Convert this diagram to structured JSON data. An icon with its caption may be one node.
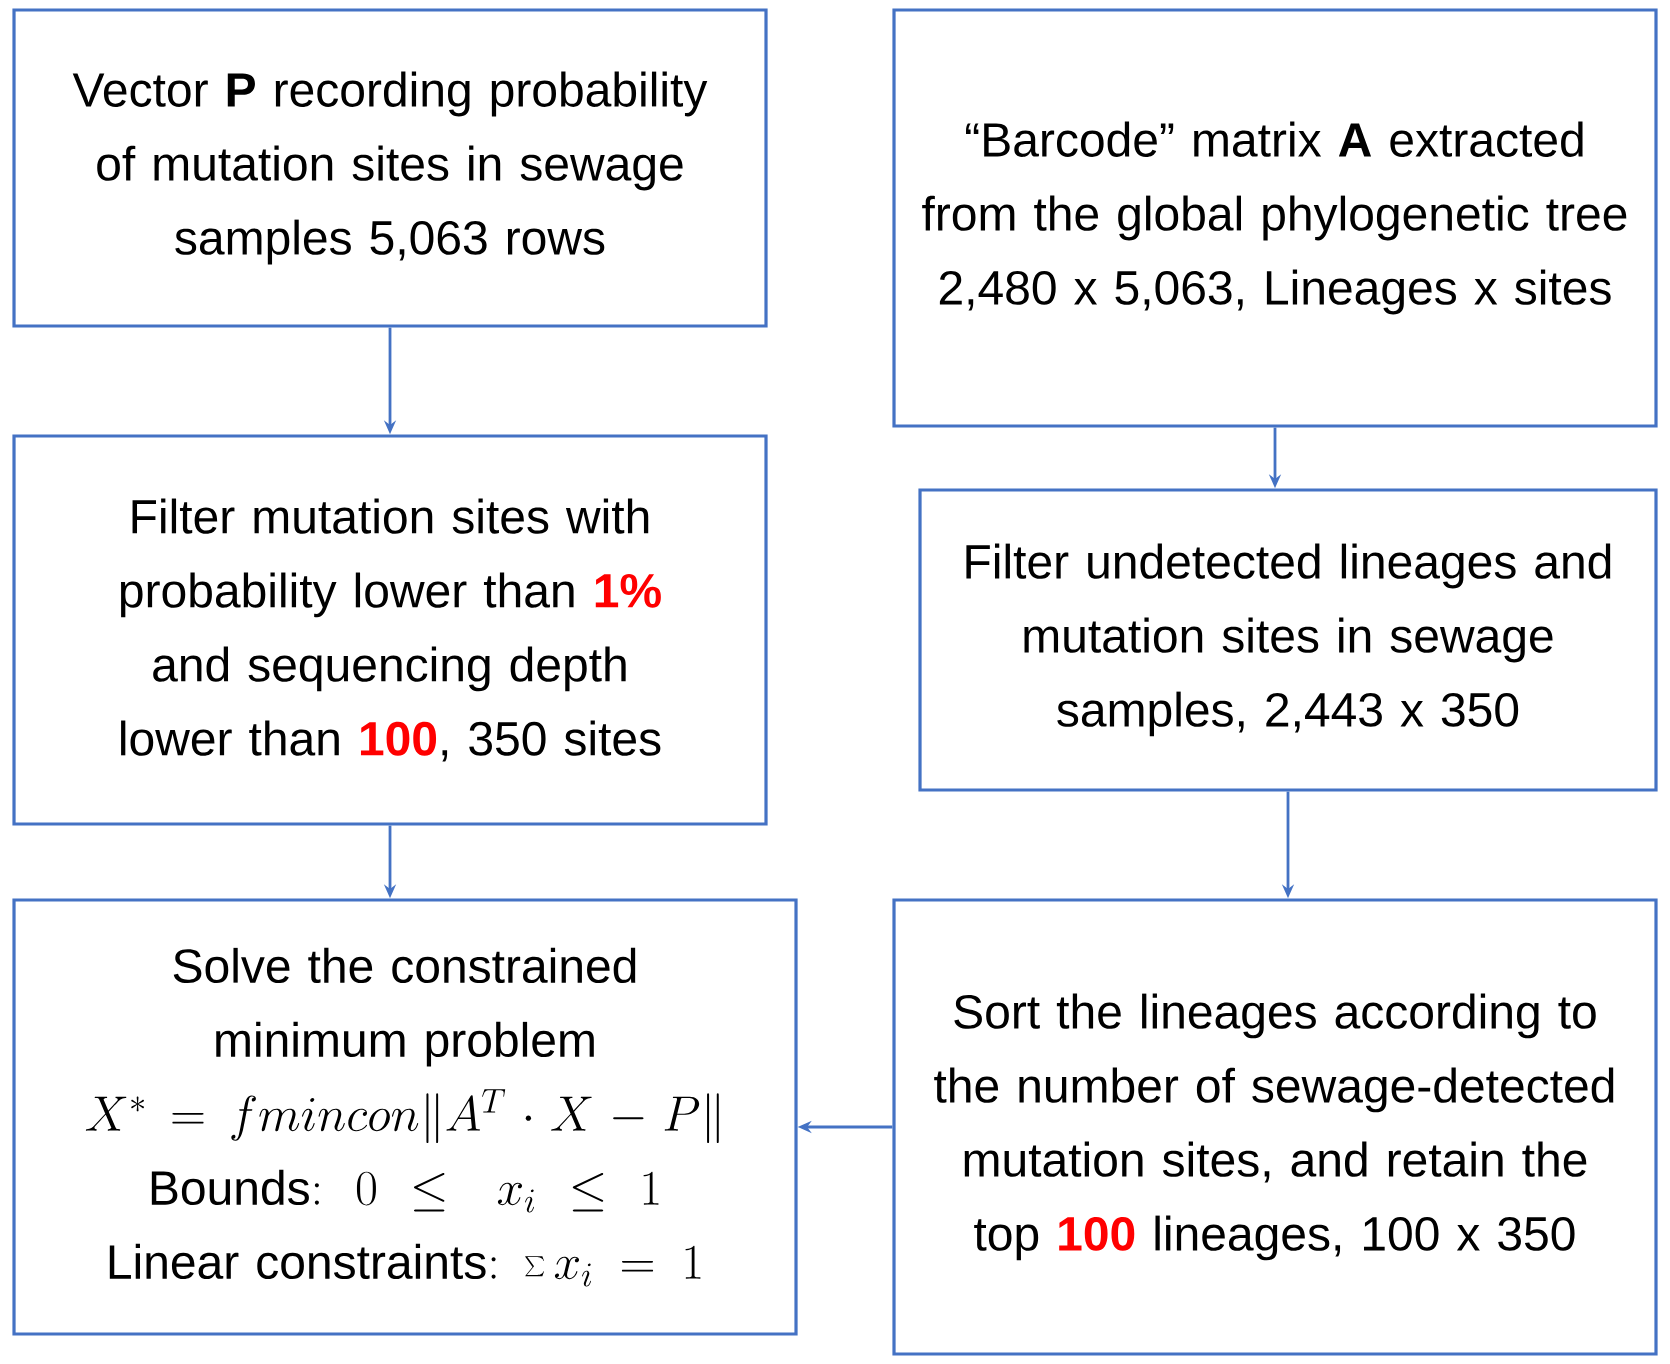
{
  "diagram": {
    "nodes": [
      {
        "text": [
          "Vector **P** recording probability of mutation sites in sewage samples 5,063 rows"
        ]
      },
      {
        "text": [
          "“Barcode” matrix **A** extracted from the global phylogenetic tree 2,480 x 5,063, Lineages x sites"
        ]
      },
      {
        "text": [
          "Filter mutation sites with probability lower than **1%** and sequencing depth lower than **100**, 350 sites"
        ]
      },
      {
        "text": [
          "Filter undetected lineages and mutation sites in sewage samples, 2,443 x 350"
        ]
      },
      {
        "text": [
          "Solve the constrained minimum problem",
          "X^{*} = fmincon\\|A^{T}\\cdot X-P\\|",
          "\\mathrm{Bounds{:}}\\ \\ 0\\le\\ x_{i}\\le 1",
          "\\mathrm{Linear\\ constraints{:}}\\ \\sum x_{i}=1"
        ]
      },
      {
        "text": [
          "Sort the lineages according to the number of sewage-detected mutation sites, and retain the top **100** lineages, 100 x 350"
        ]
      }
    ],
    "edges": [
      {
        "from": 0,
        "to": 2,
        "arrow": "to"
      },
      {
        "from": 2,
        "to": 4,
        "arrow": "to"
      },
      {
        "from": 1,
        "to": 3,
        "arrow": "to"
      },
      {
        "from": 3,
        "to": 5,
        "arrow": "to"
      },
      {
        "from": 5,
        "to": 4,
        "arrow": "to"
      }
    ]
  }
}
